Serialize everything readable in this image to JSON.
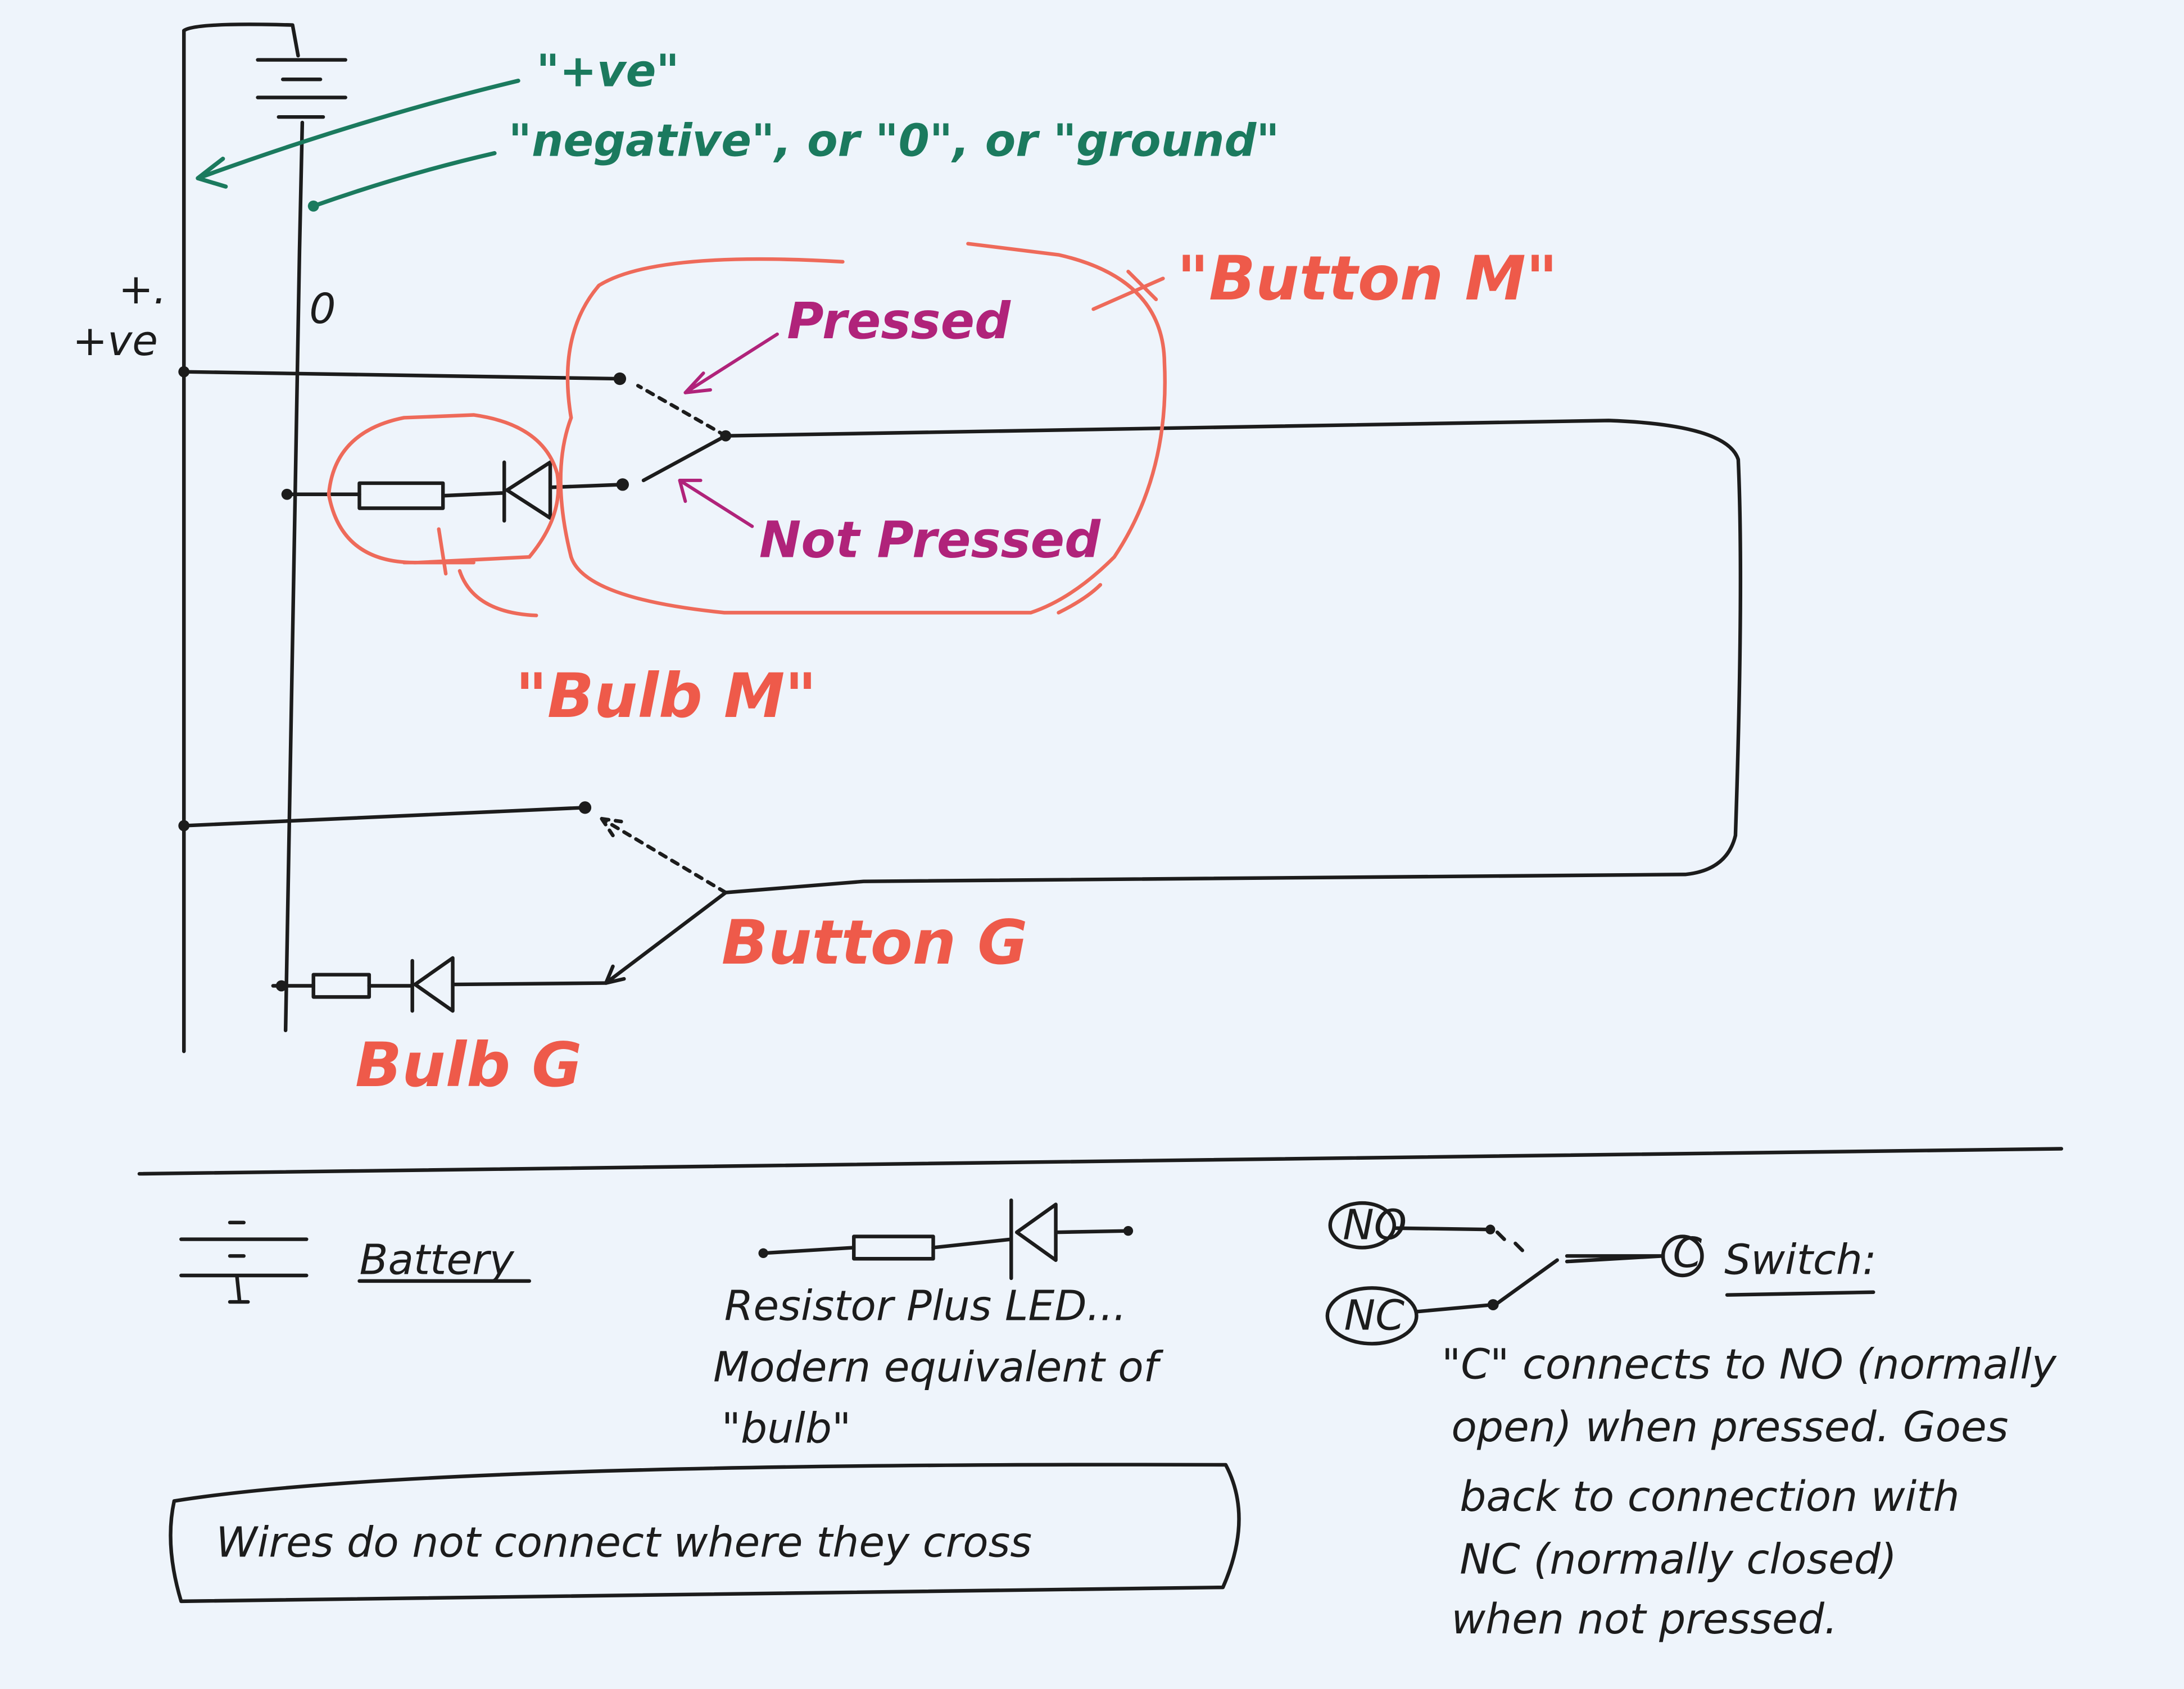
{
  "annotations": {
    "positive": "\"+ve\"",
    "negative": "\"negative\", or \"0\", or \"ground\"",
    "plus_mark": "+.",
    "plus_ve": "+ve",
    "zero": "0"
  },
  "labels": {
    "pressed": "Pressed",
    "not_pressed": "Not Pressed",
    "button_m": "\"Button M\"",
    "bulb_m": "\"Bulb M\"",
    "button_g": "Button G",
    "bulb_g": "Bulb G"
  },
  "legend": {
    "battery": "Battery",
    "resistor_line1": "Resistor Plus LED...",
    "resistor_line2": "Modern equivalent of",
    "resistor_line3": "\"bulb\"",
    "wires_note": "Wires do not connect where they cross",
    "switch_no": "NO",
    "switch_nc": "NC",
    "switch_c": "C",
    "switch_title": "Switch:",
    "switch_desc": [
      "\"C\" connects to NO (normally",
      "open) when pressed. Goes",
      "back to connection with",
      "NC (normally closed)",
      "when not pressed."
    ]
  },
  "colors": {
    "paper": "#eef4fb",
    "ink": "#1c1c1c",
    "green": "#1b7a5e",
    "red": "#ee5a4a",
    "magenta": "#b0237a"
  }
}
